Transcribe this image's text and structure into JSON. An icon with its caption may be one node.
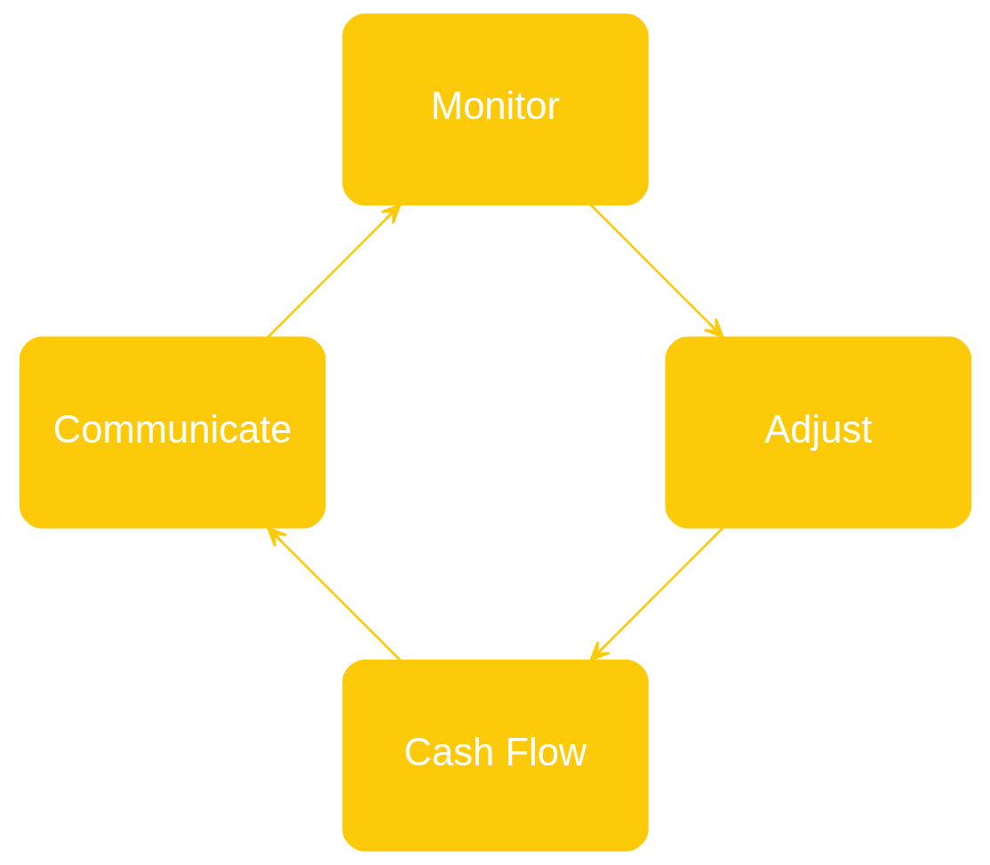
{
  "diagram": {
    "nodes": [
      {
        "text": [
          "Cash Flow"
        ]
      },
      {
        "text": [
          "Communicate"
        ]
      },
      {
        "text": [
          "Monitor"
        ]
      },
      {
        "text": [
          "Adjust"
        ]
      }
    ],
    "edges": [
      {
        "from": 0,
        "to": 1,
        "arrow": "to"
      },
      {
        "from": 1,
        "to": 2,
        "arrow": "to"
      },
      {
        "from": 2,
        "to": 3,
        "arrow": "to"
      },
      {
        "from": 3,
        "to": 0,
        "arrow": "to"
      }
    ]
  }
}
